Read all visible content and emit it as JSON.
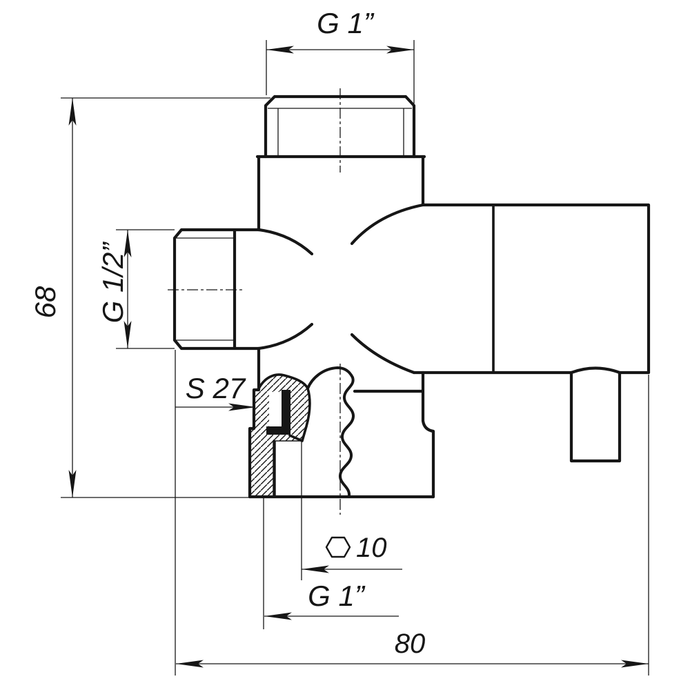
{
  "drawing": {
    "background_color": "#ffffff",
    "line_color": "#161616",
    "labels": {
      "top_thread": "G 1”",
      "overall_height": "68",
      "side_thread": "G 1/2”",
      "wrench_size": "S 27",
      "hex_size": "10",
      "bottom_thread": "G 1”",
      "overall_width": "80"
    },
    "symbols": {
      "hex_icon": "hexagon"
    }
  }
}
